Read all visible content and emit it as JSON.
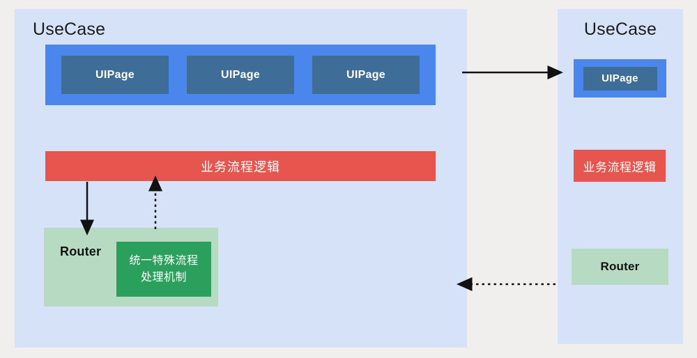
{
  "colors": {
    "background": "#f0efed",
    "panel": "#d6e2f7",
    "container_blue": "#4a86ec",
    "uipage_blue": "#3e6d97",
    "red": "#e6564f",
    "light_green": "#b7dbc2",
    "dark_green": "#2aa05c",
    "arrow": "#111111",
    "title_text": "#1c1c1e"
  },
  "left_panel": {
    "title": "UseCase",
    "uipage_labels": [
      "UIPage",
      "UIPage",
      "UIPage"
    ],
    "process_bar_label": "业务流程逻辑",
    "router_label": "Router",
    "mechanism_line1": "统一特殊流程",
    "mechanism_line2": "处理机制"
  },
  "right_panel": {
    "title": "UseCase",
    "uipage_label": "UIPage",
    "process_bar_label": "业务流程逻辑",
    "router_label": "Router"
  }
}
